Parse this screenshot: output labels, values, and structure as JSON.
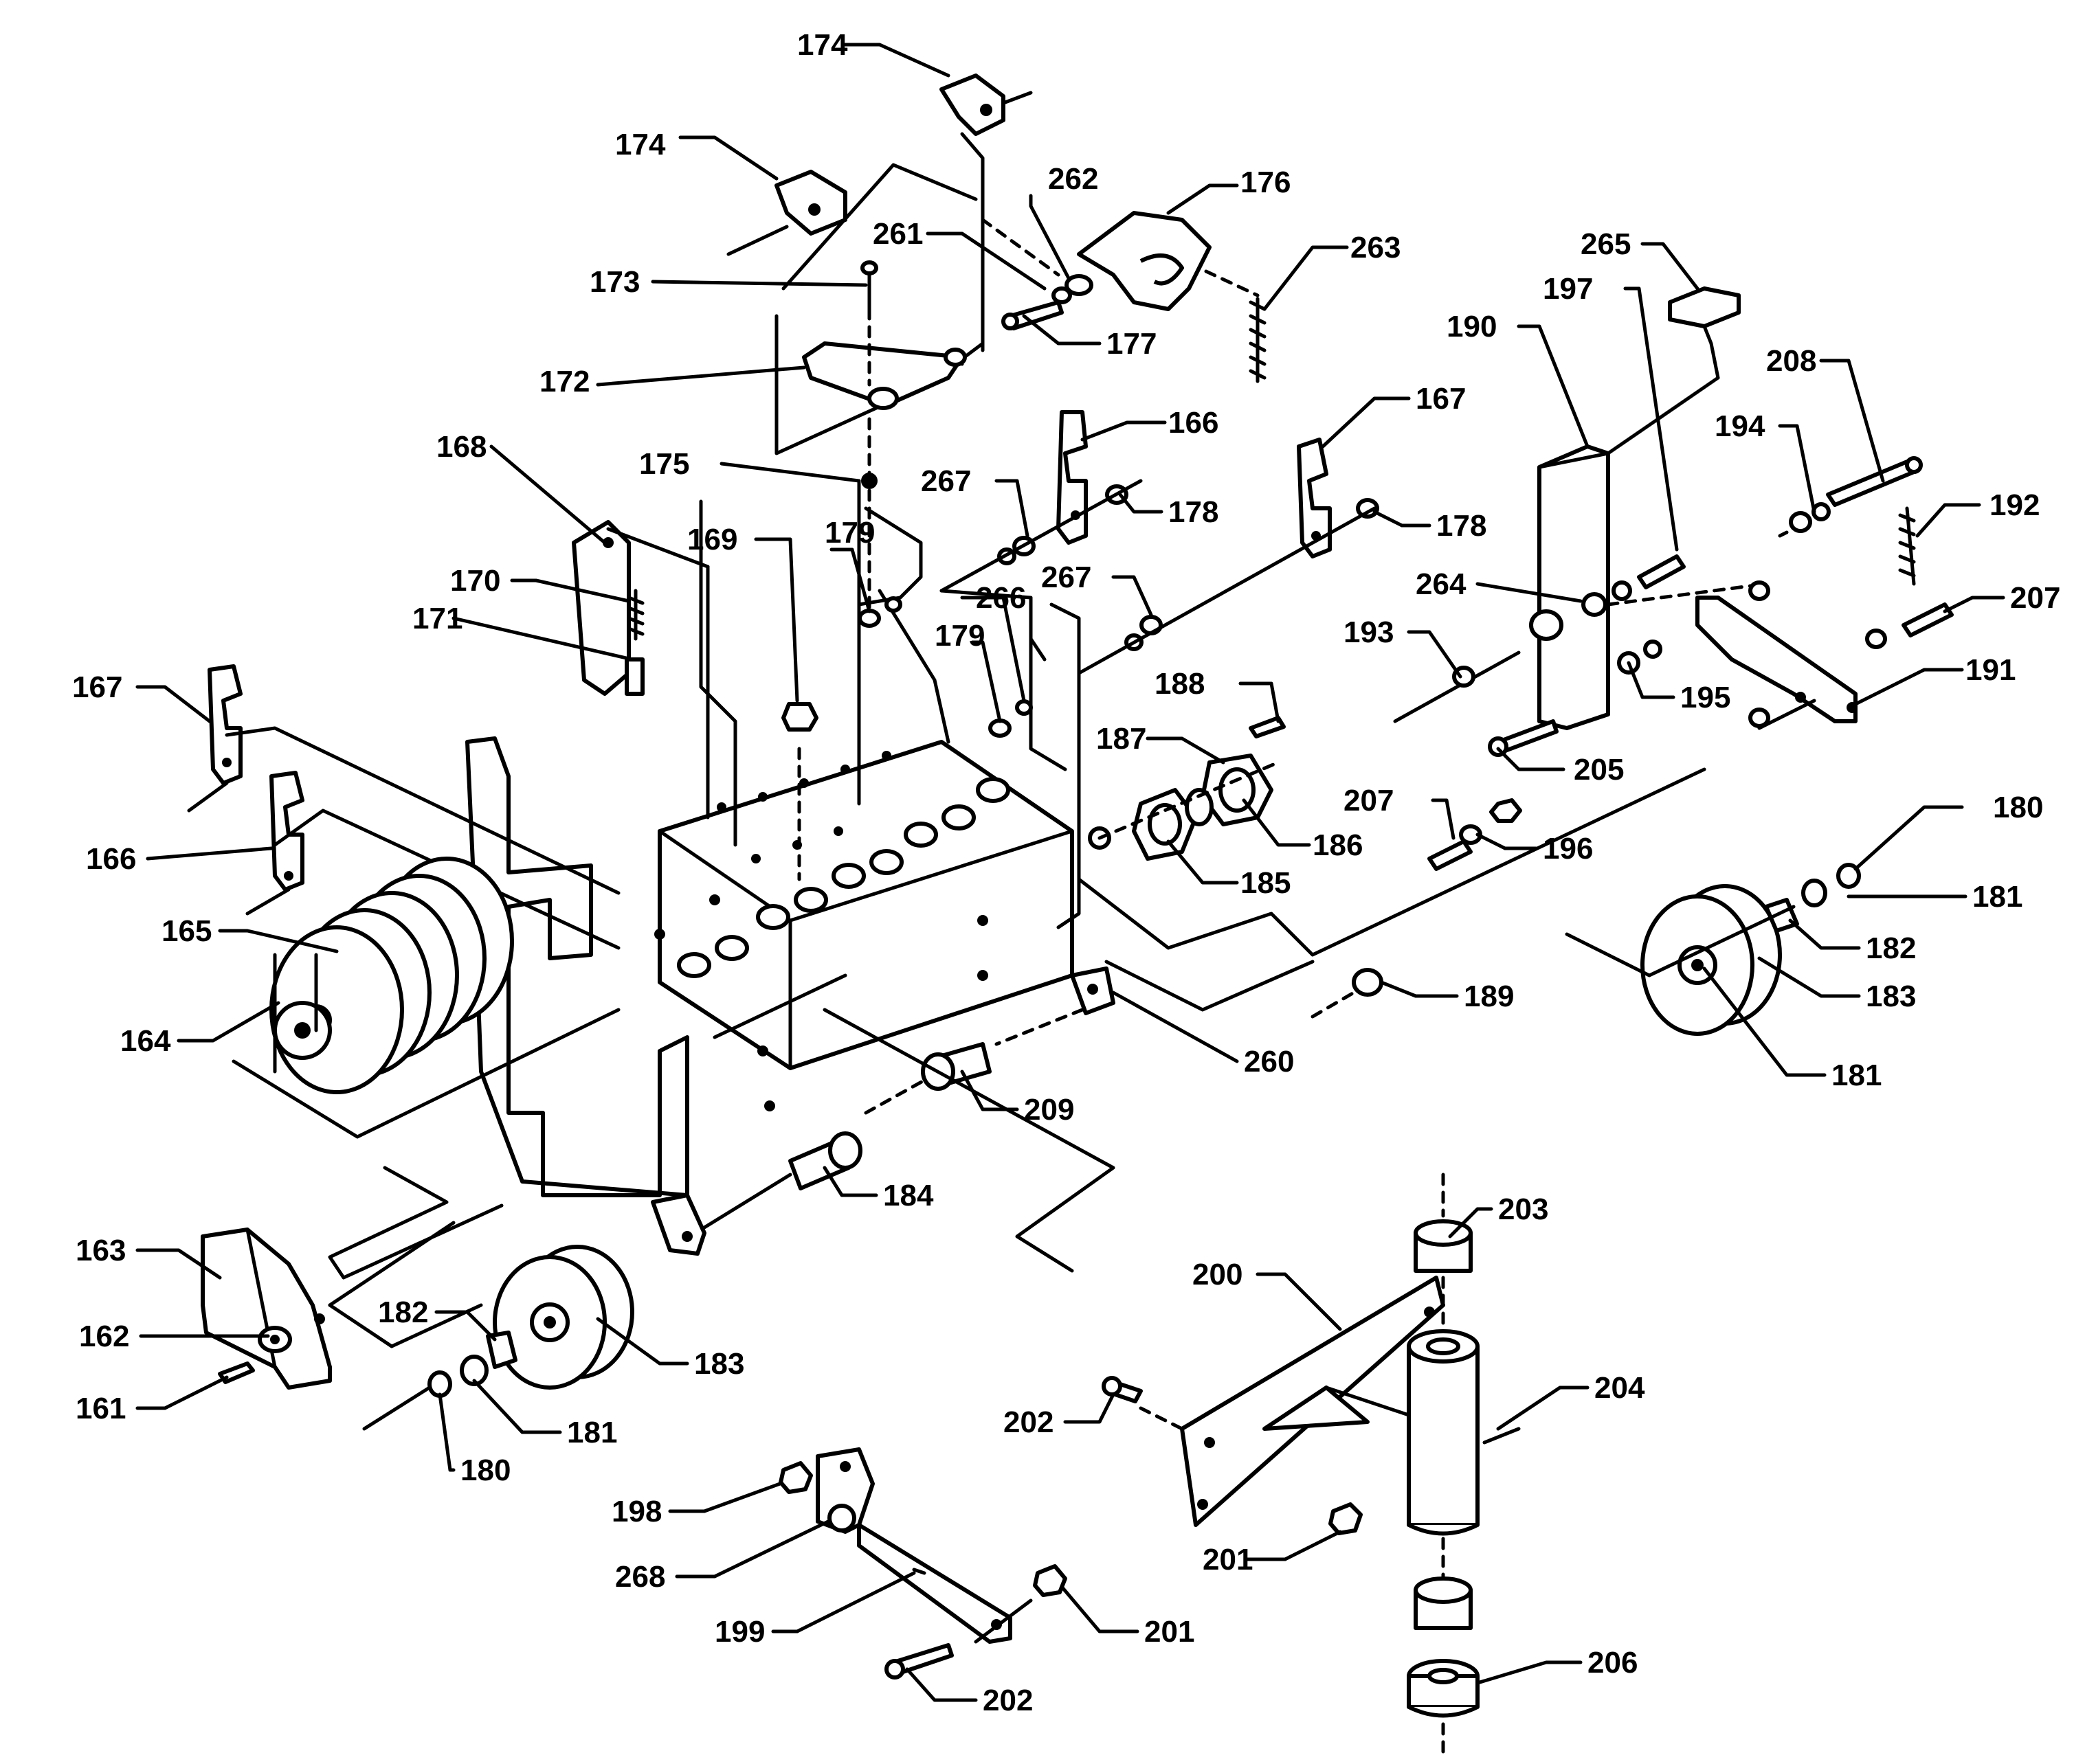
{
  "callouts": {
    "c161": "161",
    "c162": "162",
    "c163": "163",
    "c164": "164",
    "c165": "165",
    "c166a": "166",
    "c166b": "166",
    "c167a": "167",
    "c167b": "167",
    "c168": "168",
    "c169": "169",
    "c170": "170",
    "c171": "171",
    "c172": "172",
    "c173": "173",
    "c174a": "174",
    "c174b": "174",
    "c175": "175",
    "c176": "176",
    "c177": "177",
    "c178a": "178",
    "c178b": "178",
    "c179a": "179",
    "c179b": "179",
    "c180a": "180",
    "c180b": "180",
    "c181a": "181",
    "c181b": "181",
    "c181c": "181",
    "c182a": "182",
    "c182b": "182",
    "c183a": "183",
    "c183b": "183",
    "c184": "184",
    "c185": "185",
    "c186": "186",
    "c187": "187",
    "c188": "188",
    "c189": "189",
    "c190": "190",
    "c191": "191",
    "c192": "192",
    "c193": "193",
    "c194": "194",
    "c195": "195",
    "c196": "196",
    "c197": "197",
    "c198": "198",
    "c199": "199",
    "c200": "200",
    "c201a": "201",
    "c201b": "201",
    "c202a": "202",
    "c202b": "202",
    "c203": "203",
    "c204": "204",
    "c205": "205",
    "c206": "206",
    "c207a": "207",
    "c207b": "207",
    "c208": "208",
    "c209": "209",
    "c260": "260",
    "c261": "261",
    "c262": "262",
    "c263": "263",
    "c264": "264",
    "c265": "265",
    "c266": "266",
    "c267a": "267",
    "c267b": "267",
    "c268": "268"
  }
}
